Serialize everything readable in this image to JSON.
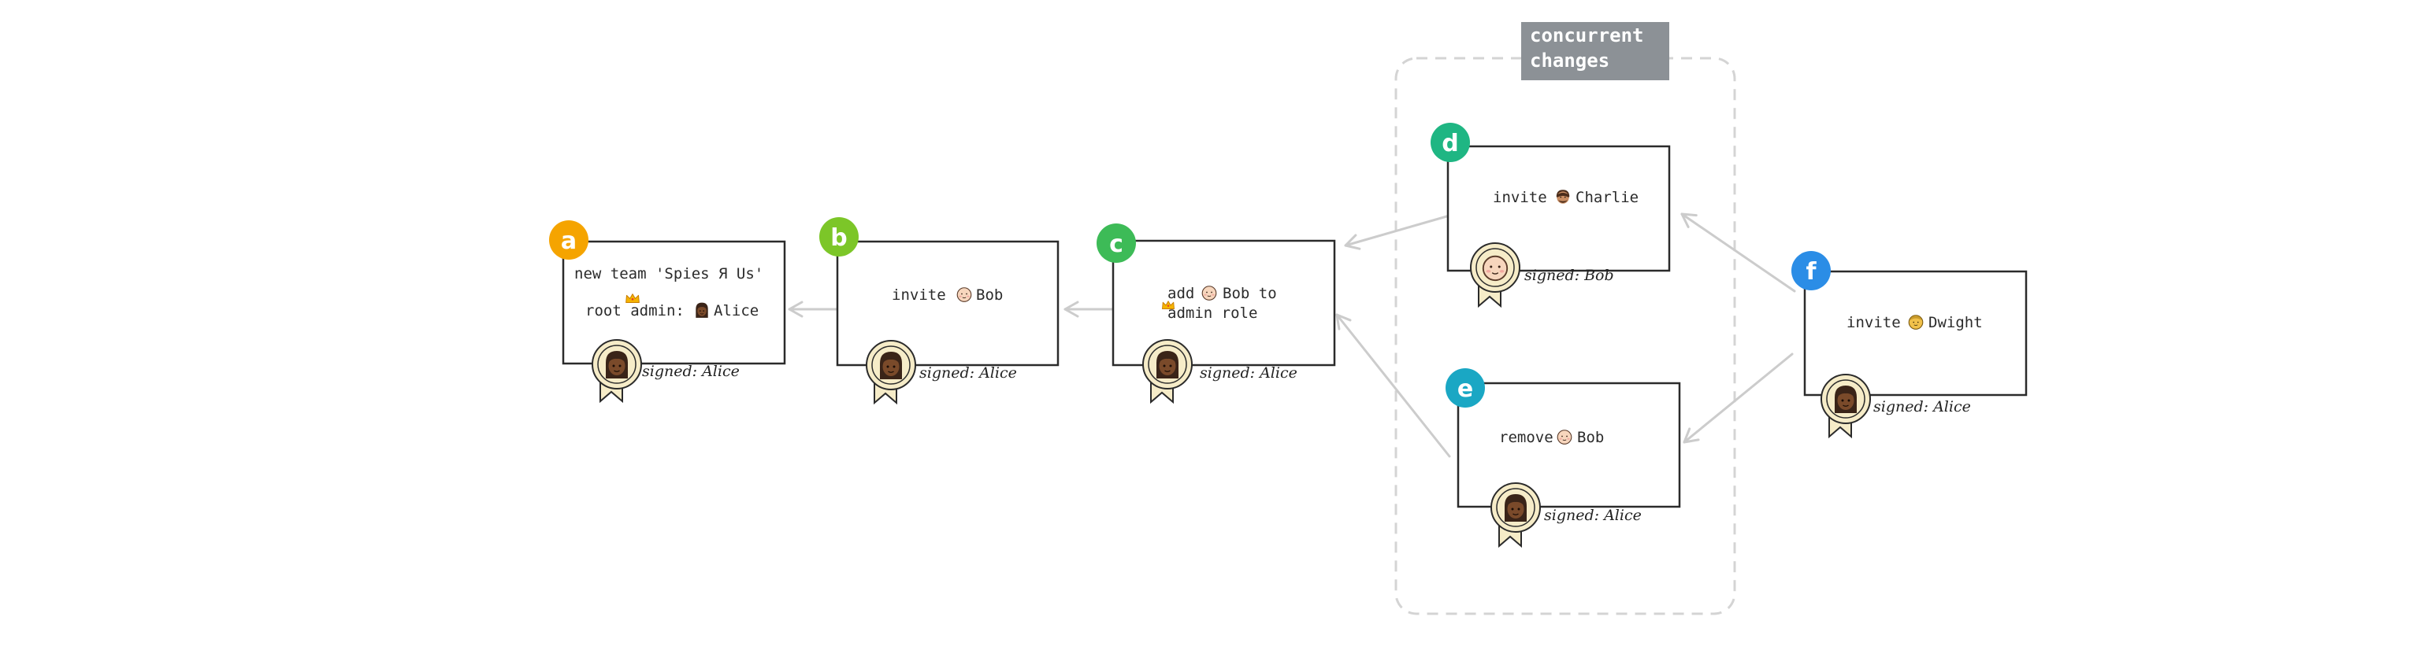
{
  "group": {
    "label_line1": "concurrent",
    "label_line2": "changes"
  },
  "colors": {
    "badge_a": "#f5a400",
    "badge_b": "#7cc628",
    "badge_c": "#3dbb57",
    "badge_d": "#1fb683",
    "badge_e": "#1aa7c4",
    "badge_f": "#2b8de6",
    "group_label_bg": "#8c9196",
    "arrow": "#cccccc",
    "seal": "#f6ecc8"
  },
  "nodes": {
    "a": {
      "badge": "a",
      "line1": "new team 'Spies Я Us'",
      "line2_prefix": "root admin:",
      "line2_name": "Alice",
      "signed": "signed: Alice"
    },
    "b": {
      "badge": "b",
      "prefix": "invite",
      "name": "Bob",
      "signed": "signed: Alice"
    },
    "c": {
      "badge": "c",
      "prefix": "add",
      "name": "Bob to",
      "line2": "admin role",
      "signed": "signed: Alice"
    },
    "d": {
      "badge": "d",
      "prefix": "invite",
      "name": "Charlie",
      "signed": "signed: Bob"
    },
    "e": {
      "badge": "e",
      "prefix": "remove",
      "name": "Bob",
      "signed": "signed: Alice"
    },
    "f": {
      "badge": "f",
      "prefix": "invite",
      "name": "Dwight",
      "signed": "signed: Alice"
    }
  },
  "icons": {
    "crown": "crown-icon",
    "alice": "alice-avatar-icon",
    "bob": "bob-avatar-icon",
    "charlie": "charlie-avatar-icon",
    "dwight": "dwight-avatar-icon",
    "seal": "signature-seal-icon"
  }
}
